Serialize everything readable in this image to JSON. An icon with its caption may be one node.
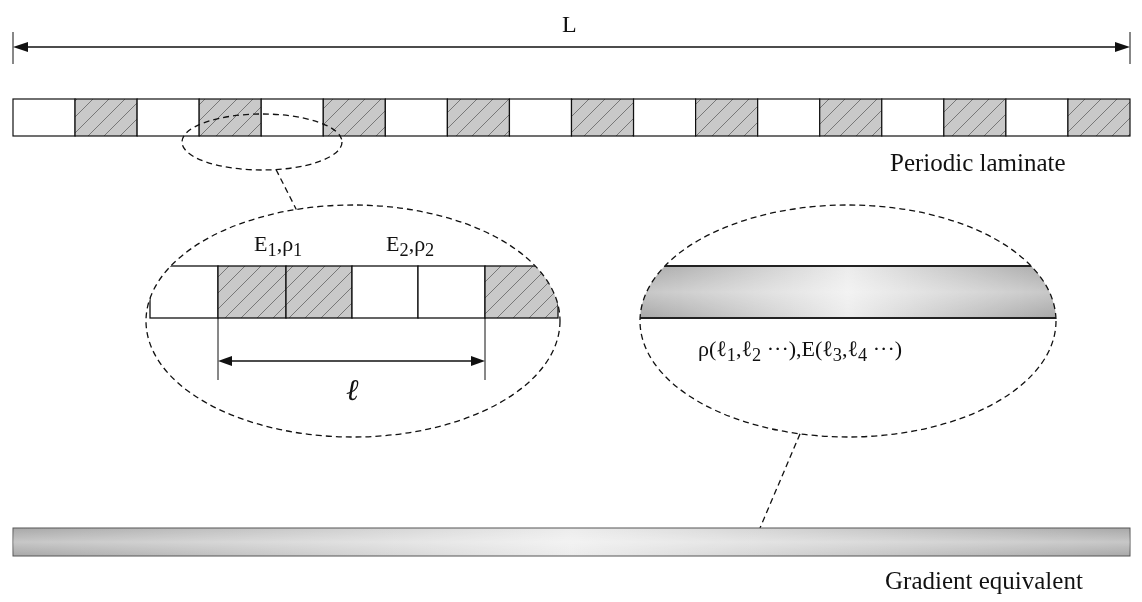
{
  "diagram": {
    "nodes": [
      {
        "text": [],
        "shape": "bar",
        "beside": [
          "Periodic laminate"
        ]
      },
      {
        "text": [],
        "shape": "ellipse"
      },
      {
        "text": [
          "E$_{1}$,ρ$_{1}$",
          "E$_{2}$,ρ$_{2}$",
          "ℓ"
        ]
      },
      {
        "text": [
          "ρ(ℓ$_{1}$,ℓ$_{2}$ ···),E(ℓ$_{3}$,ℓ$_{4}$ ···)"
        ]
      },
      {
        "text": [],
        "shape": "bar",
        "beside": [
          "Gradient equivalent"
        ]
      }
    ],
    "edges": [
      {
        "from": 1,
        "to": 2,
        "arrow": "none",
        "style": "dashed"
      },
      {
        "from": 3,
        "to": 4,
        "arrow": "none",
        "style": "dashed"
      }
    ],
    "labels": [
      "L"
    ]
  }
}
